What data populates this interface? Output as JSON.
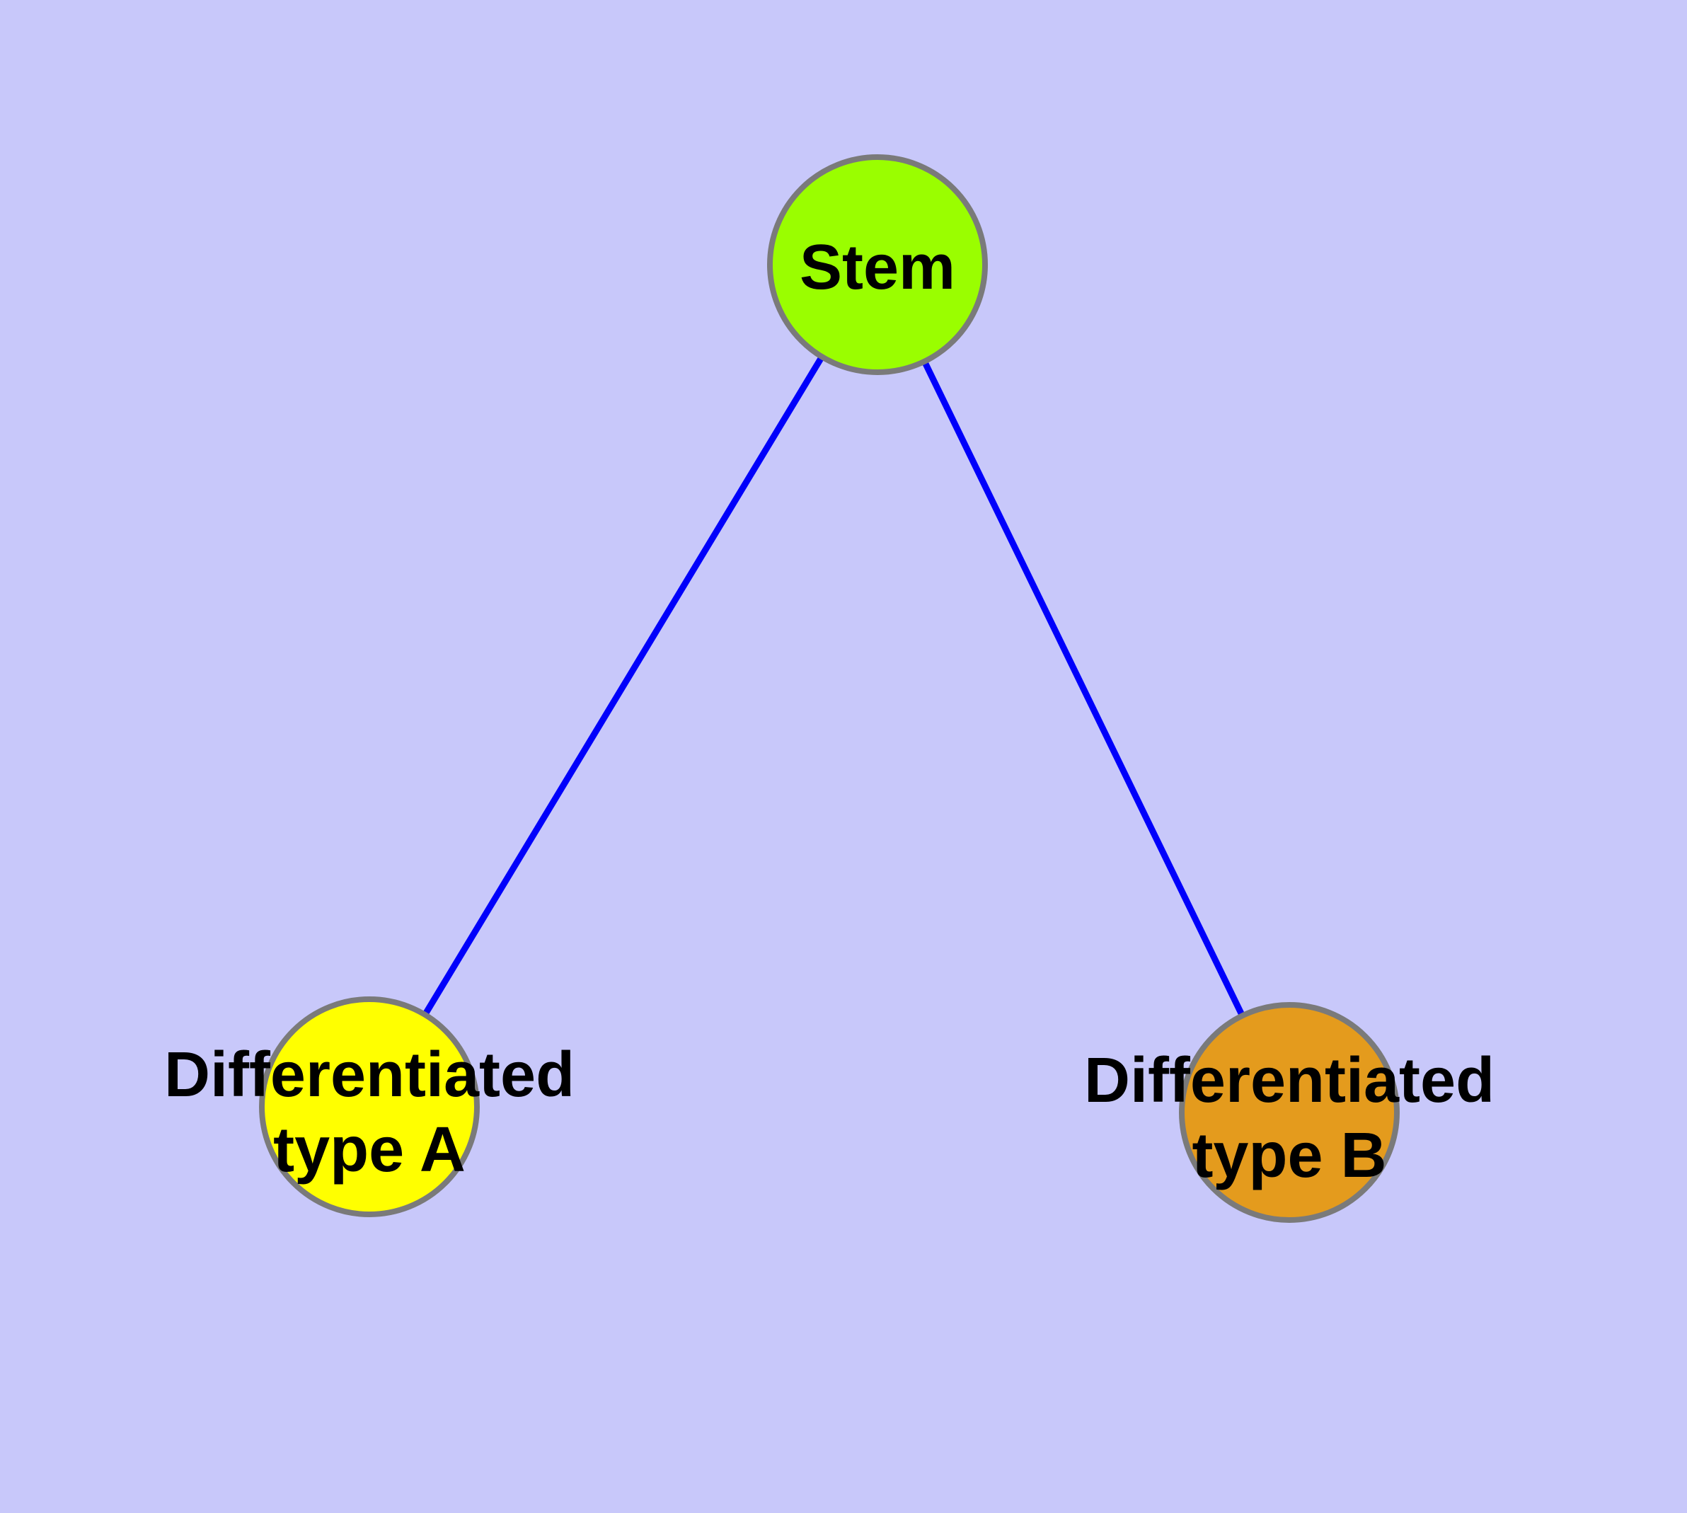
{
  "diagram": {
    "type": "graph",
    "background_color": "#C8C8FA",
    "edge_color": "#0000FB",
    "node_border_color": "#7A7A7A",
    "text_color": "#000000",
    "nodes": [
      {
        "id": "stem",
        "label": "Stem",
        "fill": "#9AFE00"
      },
      {
        "id": "differentiated-type-a",
        "label": "Differentiated\ntype A",
        "fill": "#FFFF00"
      },
      {
        "id": "differentiated-type-b",
        "label": "Differentiated\ntype B",
        "fill": "#E49B1D"
      }
    ],
    "edges": [
      {
        "from": "stem",
        "to": "differentiated-type-a"
      },
      {
        "from": "stem",
        "to": "differentiated-type-b"
      }
    ]
  }
}
